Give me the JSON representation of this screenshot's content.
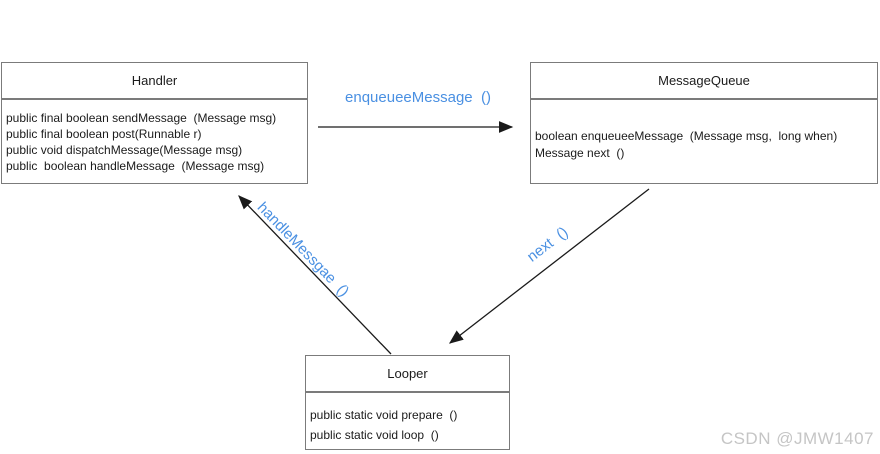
{
  "handler": {
    "title": "Handler",
    "methods": [
      "public final boolean sendMessage  (Message msg)",
      "public final boolean post(Runnable r)",
      "public void dispatchMessage(Message msg)",
      "public  boolean handleMessage  (Message msg)"
    ]
  },
  "message_queue": {
    "title": "MessageQueue",
    "methods": [
      "boolean enqueueeMessage  (Message msg,  long when)",
      "Message next  ()"
    ]
  },
  "looper": {
    "title": "Looper",
    "methods": [
      "public static void prepare  ()",
      "public static void loop  ()"
    ]
  },
  "labels": {
    "enqueue": "enqueueeMessage  ()",
    "handle": "handleMessgae  ()",
    "next": "next  ()"
  },
  "watermark": {
    "text": "CSDN @JMW1407"
  },
  "colors": {
    "label_blue": "#4a90e2",
    "box_border": "#7b7b7b",
    "arrow_black": "#1a1a1a",
    "watermark_gray": "#c5c5c5",
    "background": "#ffffff",
    "text_black": "#1b1b1b"
  }
}
